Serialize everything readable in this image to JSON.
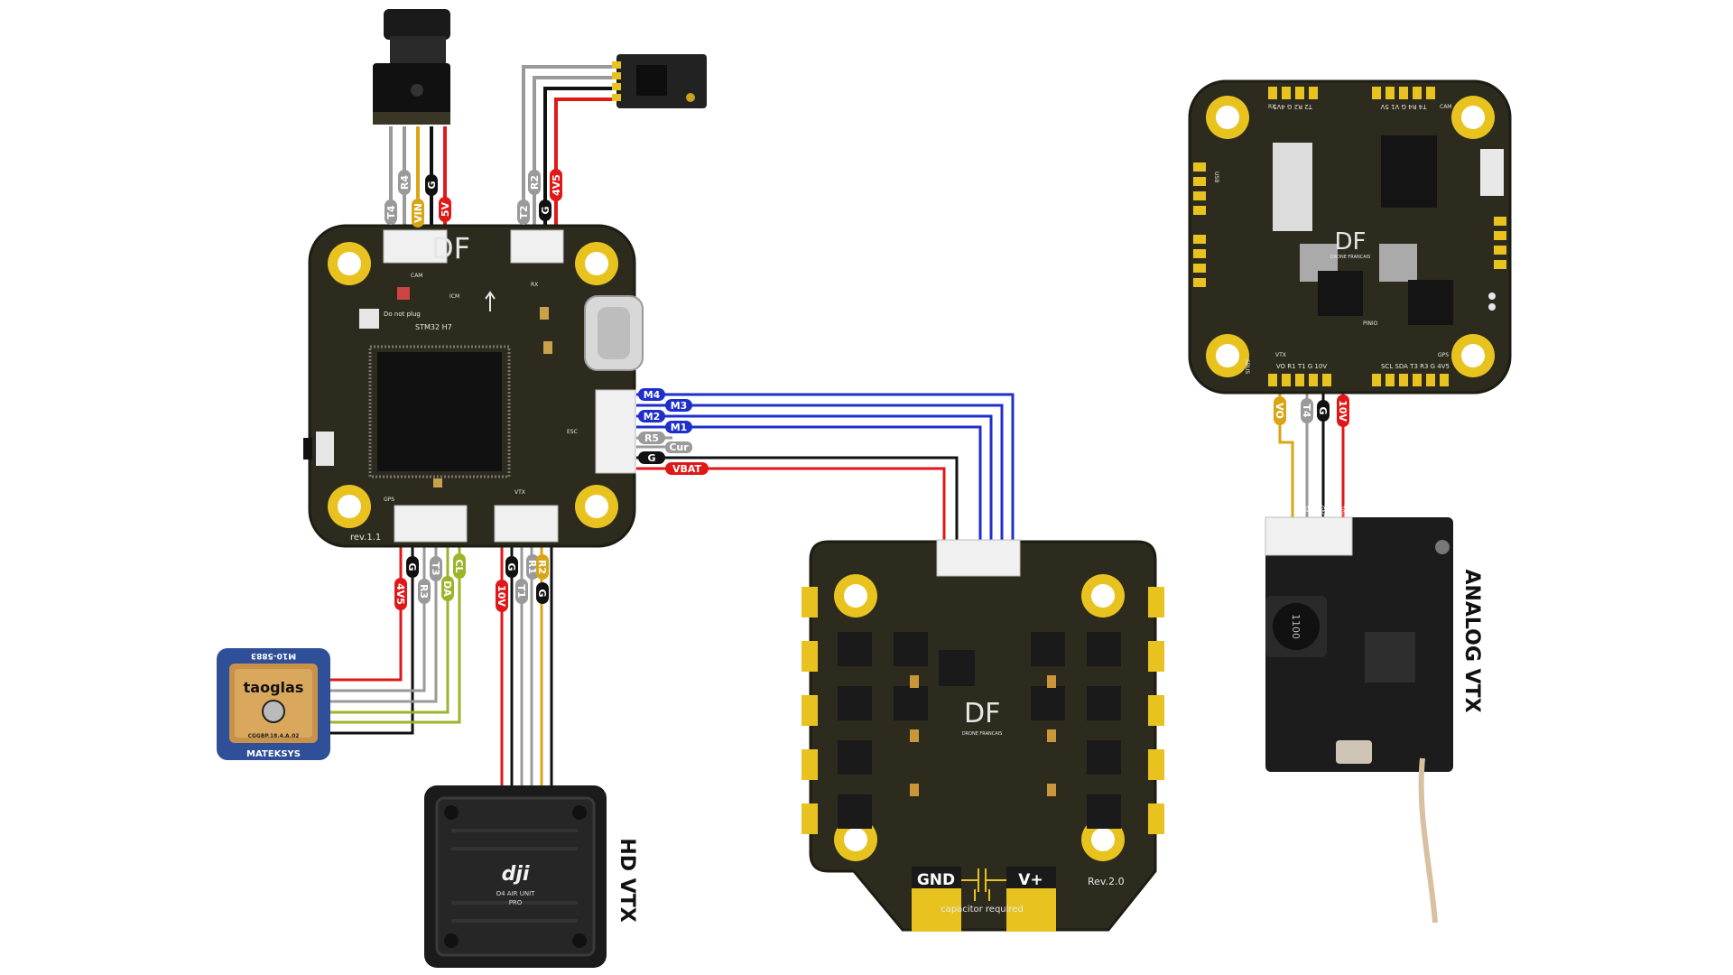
{
  "colors": {
    "pcb": "#2d2b1e",
    "pcb_edge": "#1e1d14",
    "gold": "#e8c320",
    "wire_red": "#e01818",
    "wire_black": "#111111",
    "wire_gray": "#9a9a9a",
    "wire_yellow": "#d9a514",
    "wire_green": "#9bb52a",
    "wire_blue": "#1f2fcc"
  },
  "fc": {
    "logo": "DF",
    "mcu": "STM32 H7",
    "revision": "rev.1.1",
    "note": "Do not plug",
    "marks": [
      "CAM",
      "RX",
      "VTX",
      "GPS",
      "ESC",
      "ICM"
    ]
  },
  "camera_wires": [
    "T4",
    "R4",
    "VIN",
    "G",
    "5V"
  ],
  "receiver_wires": [
    "T2",
    "R2",
    "G",
    "4V5"
  ],
  "esc_wires": [
    "M4",
    "M3",
    "M2",
    "M1",
    "R5",
    "Cur",
    "G",
    "VBAT"
  ],
  "gps_wires": [
    "4V5",
    "G",
    "R3",
    "T3",
    "DA",
    "CL"
  ],
  "hdvtx_wires": [
    "10V",
    "G",
    "T1",
    "R1",
    "G"
  ],
  "analog_wires": [
    "VO",
    "T4",
    "G",
    "10V"
  ],
  "analog_connector_pins": [
    "VO",
    "T4",
    "GND",
    "10V"
  ],
  "gps_module": {
    "brand": "taoglas",
    "part": "CGGBP.18.4.A.02",
    "maker": "MATEKSYS",
    "model": "M10-5883"
  },
  "hd_vtx": {
    "label": "HD VTX",
    "brand": "dji",
    "model": "O4 AIR UNIT",
    "variant": "PRO"
  },
  "esc": {
    "gnd_label": "GND",
    "vplus_label": "V+",
    "cap_note": "capacitor required",
    "revision": "Rev.2.0",
    "logo": "DF",
    "brand_sub": "DRONE FRANCAIS"
  },
  "fc2": {
    "brand_sub": "DRONE FRANCAIS",
    "top_pads": "T4 R4 G V1 5V",
    "top_pads_left": "T2 R2 G 4V5",
    "bottom_pads": "VO R1 T1 G 10V",
    "bottom_pads_right": "SCL SDA T3 R3 G 4V5",
    "marks": [
      "CAM",
      "RX",
      "VTX",
      "GPS",
      "PINIO",
      "SBUS",
      "USB"
    ]
  },
  "analog_vtx": {
    "label": "ANALOG VTX",
    "inductor": "1100"
  }
}
